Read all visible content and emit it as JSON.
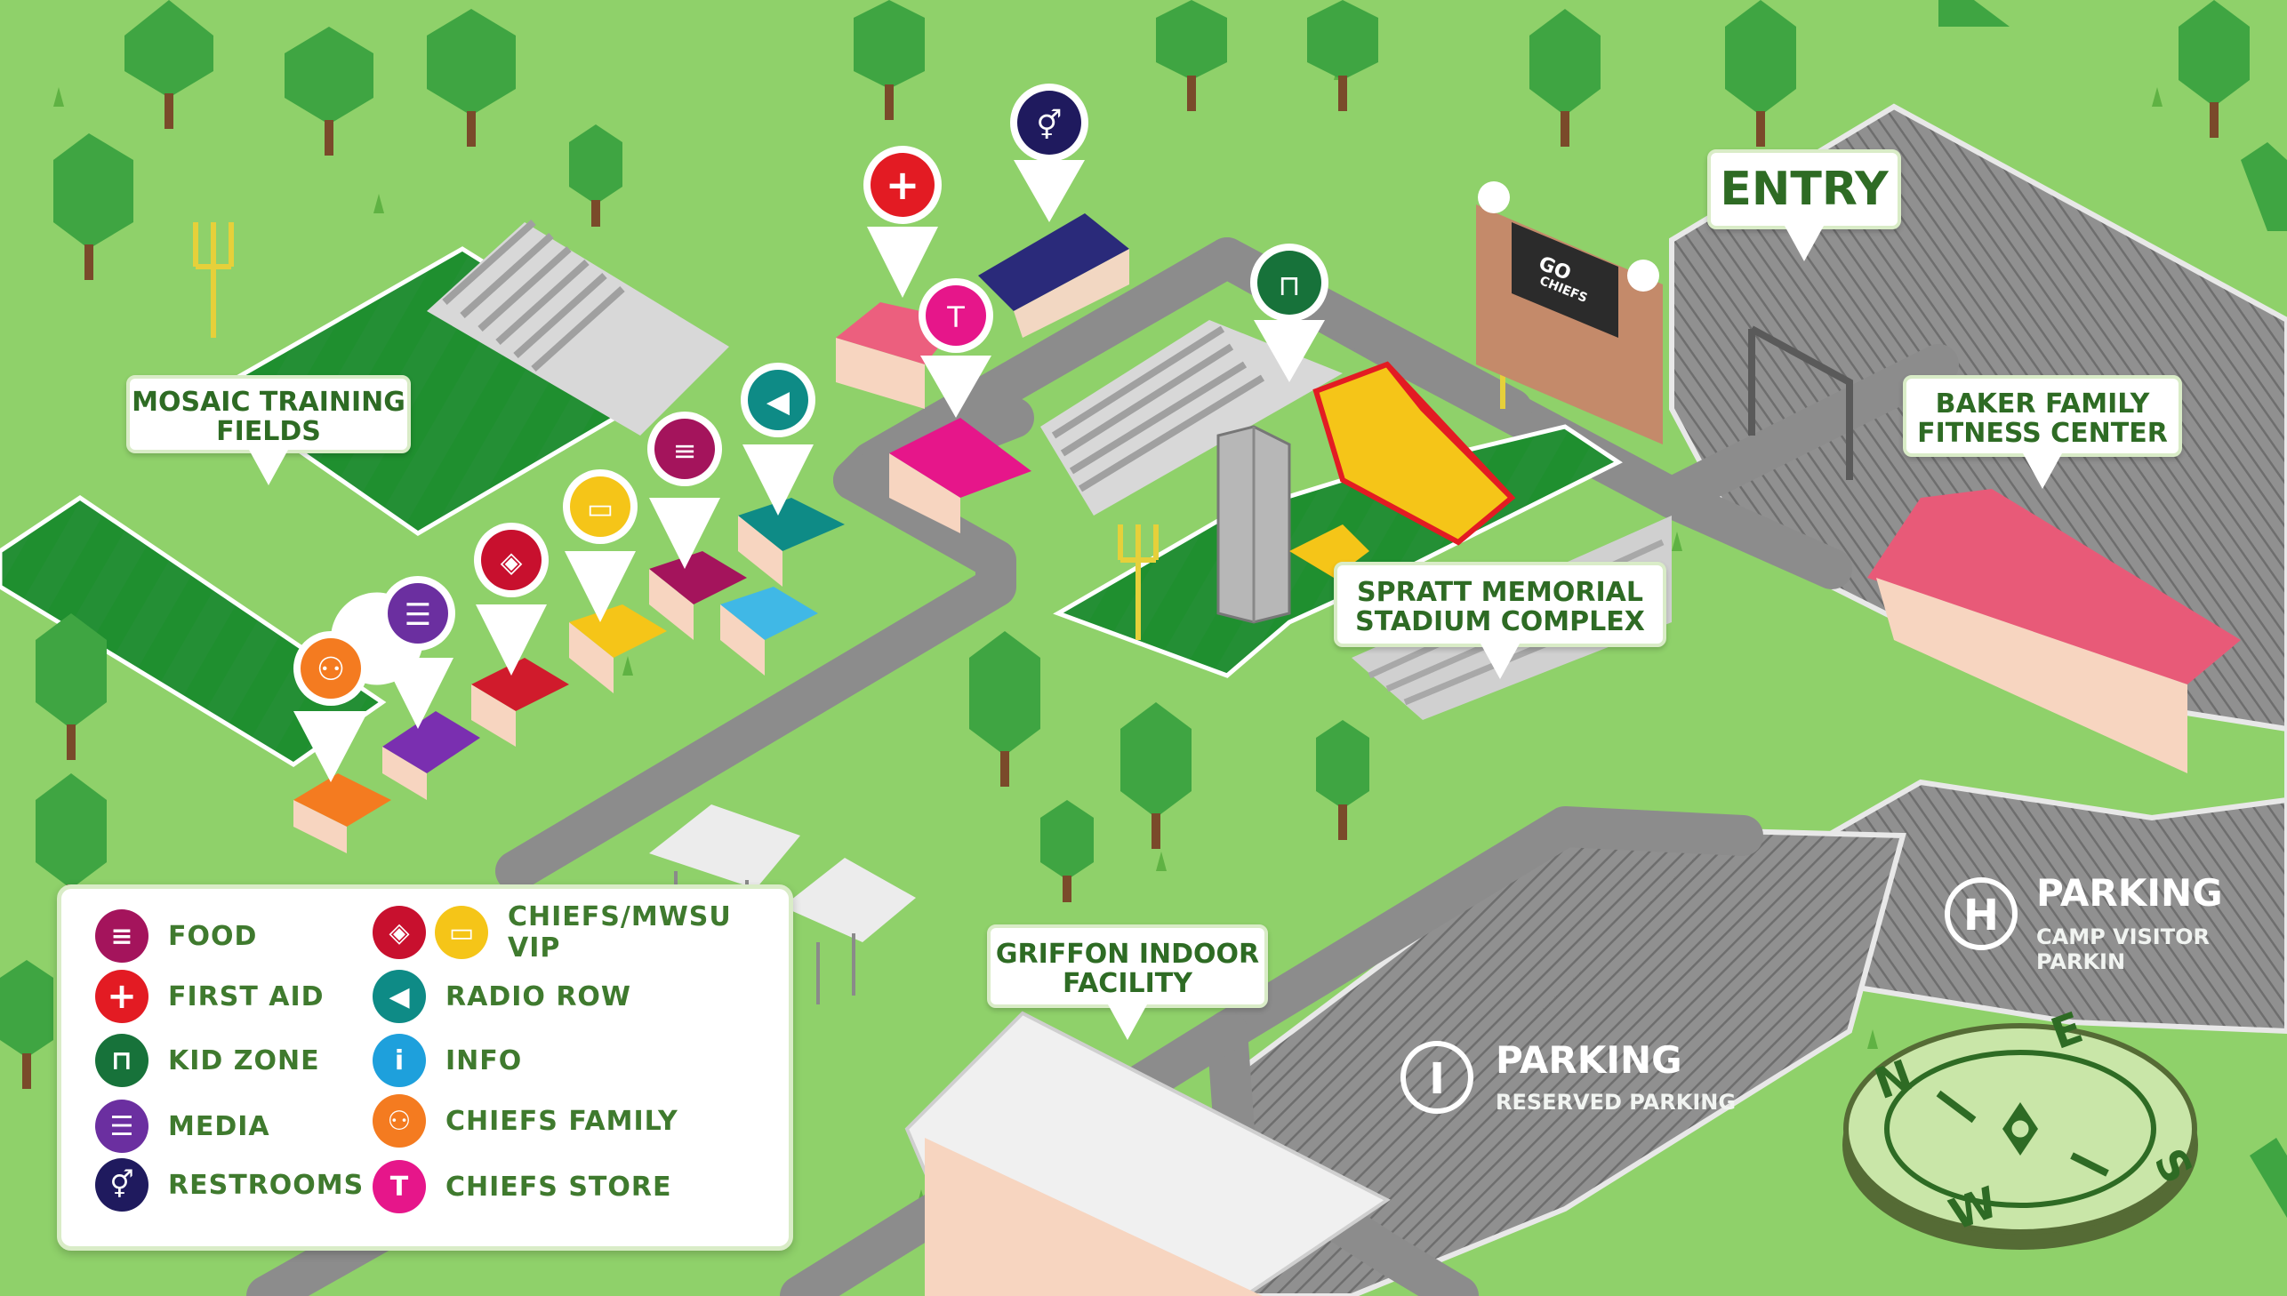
{
  "map": {
    "colors": {
      "grass": "#8fd16a",
      "road": "#8c8c8c",
      "field": "#1f8f2f",
      "parking": "#8a8a8a",
      "label_text": "#2e6b24"
    },
    "labels": {
      "entry": "ENTRY",
      "mosaic": "MOSAIC TRAINING\nFIELDS",
      "baker": "BAKER FAMILY\nFITNESS CENTER",
      "spratt": "SPRATT MEMORIAL\nSTADIUM COMPLEX",
      "griffon": "GRIFFON INDOOR\nFACILITY"
    },
    "scoreboard": {
      "line1": "GO",
      "line2": "CHIEFS"
    },
    "parking_h": {
      "letter": "H",
      "title": "PARKING",
      "subtitle": "CAMP VISITOR PARKIN"
    },
    "parking_i": {
      "letter": "I",
      "title": "PARKING",
      "subtitle": "RESERVED PARKING"
    },
    "compass": {
      "n": "N",
      "e": "E",
      "s": "S",
      "w": "W"
    },
    "pins": [
      {
        "name": "chiefs-family",
        "icon": "family-icon",
        "color": "#f47b20"
      },
      {
        "name": "media",
        "icon": "speech-bubble-icon",
        "color": "#6b2fa0"
      },
      {
        "name": "chiefs-vip-red",
        "icon": "ticket-icon",
        "color": "#c8102e"
      },
      {
        "name": "chiefs-vip-yellow",
        "icon": "ticket-icon",
        "color": "#f5c518"
      },
      {
        "name": "food",
        "icon": "food-icon",
        "color": "#a4145c"
      },
      {
        "name": "radio-row",
        "icon": "speaker-icon",
        "color": "#0e8b86"
      },
      {
        "name": "first-aid",
        "icon": "first-aid-icon",
        "color": "#e31b23"
      },
      {
        "name": "chiefs-store",
        "icon": "tshirt-icon",
        "color": "#e6168a"
      },
      {
        "name": "restrooms",
        "icon": "restroom-icon",
        "color": "#1f1a5e"
      },
      {
        "name": "kid-zone",
        "icon": "swing-icon",
        "color": "#17723a"
      }
    ]
  },
  "legend": {
    "items": [
      {
        "label": "FOOD",
        "icon": "food-icon",
        "color": "#a4145c"
      },
      {
        "label": "FIRST AID",
        "icon": "first-aid-icon",
        "color": "#e31b23"
      },
      {
        "label": "KID ZONE",
        "icon": "swing-icon",
        "color": "#17723a"
      },
      {
        "label": "MEDIA",
        "icon": "speech-bubble-icon",
        "color": "#6b2fa0"
      },
      {
        "label": "RESTROOMS",
        "icon": "restroom-icon",
        "color": "#1f1a5e"
      },
      {
        "label": "CHIEFS/MWSU VIP",
        "icon": "ticket-icon",
        "color": "#c8102e",
        "color2": "#f5c518"
      },
      {
        "label": "RADIO ROW",
        "icon": "speaker-icon",
        "color": "#0e8b86"
      },
      {
        "label": "INFO",
        "icon": "info-icon",
        "color": "#1ea0dc"
      },
      {
        "label": "CHIEFS FAMILY",
        "icon": "family-icon",
        "color": "#f47b20"
      },
      {
        "label": "CHIEFS STORE",
        "icon": "tshirt-icon",
        "color": "#e6168a"
      }
    ]
  }
}
